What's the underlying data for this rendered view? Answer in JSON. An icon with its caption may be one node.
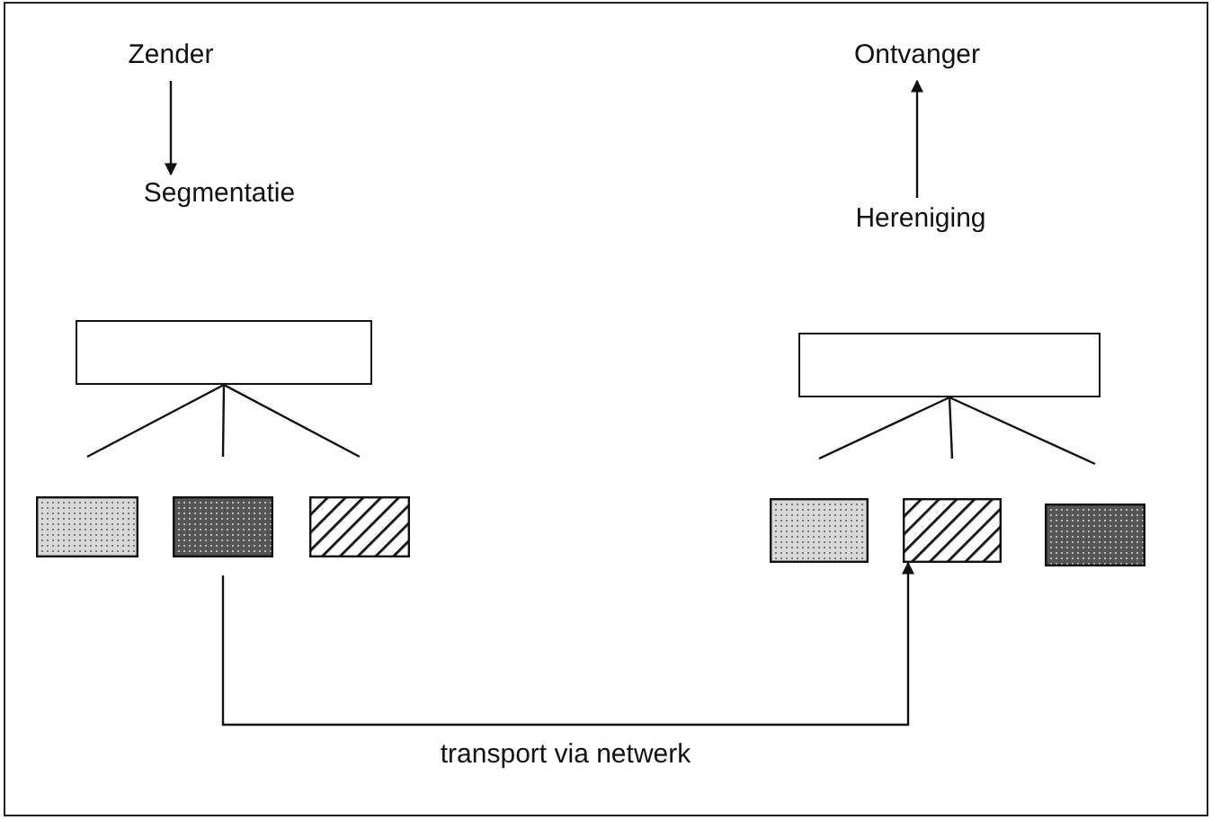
{
  "diagram": {
    "nodes": [
      {
        "text": [
          "Zender"
        ]
      },
      {
        "text": [
          "Segmentatie"
        ]
      },
      {
        "text": [],
        "shape": "box"
      },
      {
        "text": [],
        "shape": "box"
      },
      {
        "text": [],
        "shape": "box"
      },
      {
        "text": [],
        "shape": "box"
      },
      {
        "text": [
          "Ontvanger"
        ]
      },
      {
        "text": [
          "Hereniging"
        ]
      },
      {
        "text": [],
        "shape": "box"
      },
      {
        "text": [],
        "shape": "box"
      },
      {
        "text": [],
        "shape": "box"
      },
      {
        "text": [],
        "shape": "box"
      }
    ],
    "edges": [
      {
        "from": 0,
        "to": 1,
        "arrow": "to"
      },
      {
        "from": 2,
        "to": 3,
        "arrow": "none"
      },
      {
        "from": 2,
        "to": 4,
        "arrow": "none"
      },
      {
        "from": 2,
        "to": 5,
        "arrow": "none"
      },
      {
        "from": 4,
        "to": 10,
        "arrow": "to",
        "label": "transport via netwerk"
      },
      {
        "from": 8,
        "to": 9,
        "arrow": "none"
      },
      {
        "from": 8,
        "to": 10,
        "arrow": "none"
      },
      {
        "from": 8,
        "to": 11,
        "arrow": "none"
      },
      {
        "from": 7,
        "to": 6,
        "arrow": "to"
      }
    ]
  }
}
